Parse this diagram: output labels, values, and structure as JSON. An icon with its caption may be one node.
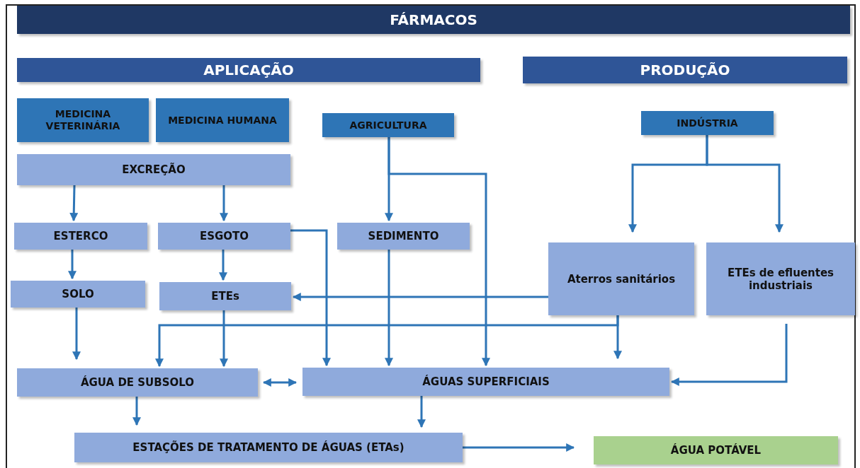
{
  "diagram": {
    "nodes": [
      {
        "text": [
          "FÁRMACOS"
        ]
      },
      {
        "text": [
          "APLICAÇÃO"
        ]
      },
      {
        "text": [
          "PRODUÇÃO"
        ]
      },
      {
        "text": [
          "MEDICINA VETERINÁRIA"
        ]
      },
      {
        "text": [
          "MEDICINA HUMANA"
        ]
      },
      {
        "text": [
          "AGRICULTURA"
        ]
      },
      {
        "text": [
          "INDÚSTRIA"
        ]
      },
      {
        "text": [
          "EXCREÇÃO"
        ]
      },
      {
        "text": [
          "ESTERCO"
        ]
      },
      {
        "text": [
          "ESGOTO"
        ]
      },
      {
        "text": [
          "SEDIMENTO"
        ]
      },
      {
        "text": [
          "Aterros sanitários"
        ]
      },
      {
        "text": [
          "ETEs de efluentes industriais"
        ]
      },
      {
        "text": [
          "SOLO"
        ]
      },
      {
        "text": [
          "ETEs"
        ]
      },
      {
        "text": [
          "ÁGUA DE SUBSOLO"
        ]
      },
      {
        "text": [
          "ÁGUAS SUPERFICIAIS"
        ]
      },
      {
        "text": [
          "ESTAÇÕES DE TRATAMENTO DE ÁGUAS (ETAs)"
        ]
      },
      {
        "text": [
          "ÁGUA POTÁVEL"
        ]
      }
    ],
    "edges": [
      {
        "from": 7,
        "to": 8,
        "arrow": "to"
      },
      {
        "from": 7,
        "to": 9,
        "arrow": "to"
      },
      {
        "from": 8,
        "to": 13,
        "arrow": "to"
      },
      {
        "from": 9,
        "to": 14,
        "arrow": "to"
      },
      {
        "from": 5,
        "to": 10,
        "arrow": "to"
      },
      {
        "from": 5,
        "to": 16,
        "arrow": "to"
      },
      {
        "from": 9,
        "to": 16,
        "arrow": "to"
      },
      {
        "from": 10,
        "to": 16,
        "arrow": "to"
      },
      {
        "from": 6,
        "to": 11,
        "arrow": "to"
      },
      {
        "from": 6,
        "to": 12,
        "arrow": "to"
      },
      {
        "from": 11,
        "to": 14,
        "arrow": "to"
      },
      {
        "from": 11,
        "to": 15,
        "arrow": "to"
      },
      {
        "from": 11,
        "to": 16,
        "arrow": "to"
      },
      {
        "from": 13,
        "to": 15,
        "arrow": "to"
      },
      {
        "from": 14,
        "to": 15,
        "arrow": "to"
      },
      {
        "from": 12,
        "to": 16,
        "arrow": "to"
      },
      {
        "from": 15,
        "to": 16,
        "arrow": "both"
      },
      {
        "from": 15,
        "to": 17,
        "arrow": "to"
      },
      {
        "from": 16,
        "to": 17,
        "arrow": "to"
      },
      {
        "from": 17,
        "to": 18,
        "arrow": "to"
      }
    ]
  }
}
